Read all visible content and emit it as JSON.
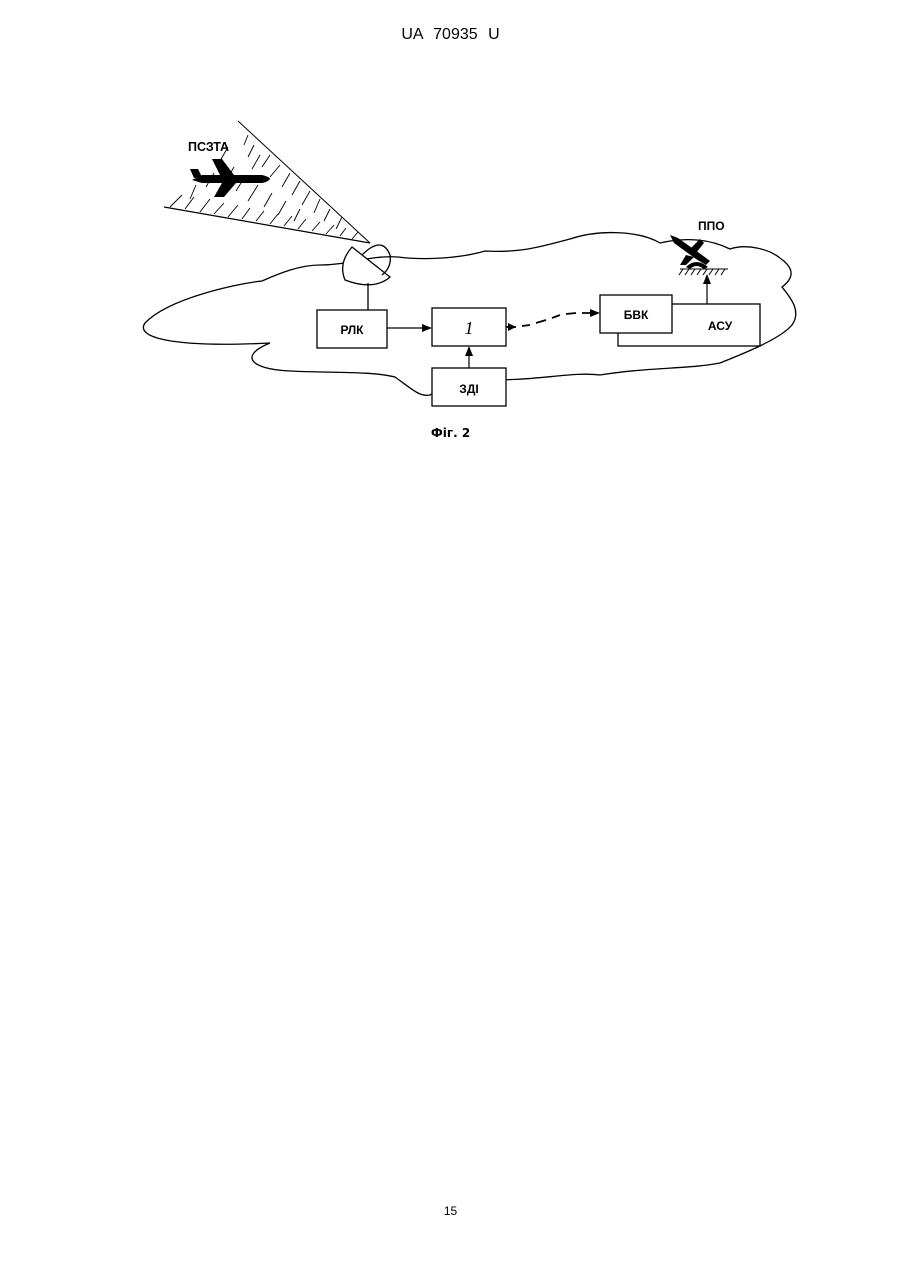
{
  "header": {
    "doc_id": "UA   70935   U"
  },
  "figure": {
    "labels": {
      "target": "ПСЗТА",
      "radar": "РЛК",
      "block1": "1",
      "source": "ЗДІ",
      "interface": "БВК",
      "control": "АСУ",
      "defense": "ППО"
    },
    "caption": "Фіг. 2"
  },
  "footer": {
    "page_number": "15"
  }
}
